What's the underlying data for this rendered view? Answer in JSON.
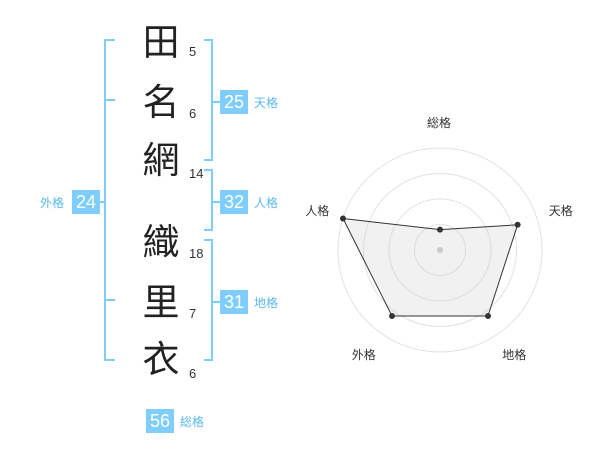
{
  "name": {
    "chars": [
      {
        "char": "田",
        "strokes": "5"
      },
      {
        "char": "名",
        "strokes": "6"
      },
      {
        "char": "網",
        "strokes": "14"
      },
      {
        "char": "織",
        "strokes": "18"
      },
      {
        "char": "里",
        "strokes": "7"
      },
      {
        "char": "衣",
        "strokes": "6"
      }
    ]
  },
  "kakusu": {
    "tenkaku": {
      "value": "25",
      "label": "天格"
    },
    "jinkaku": {
      "value": "32",
      "label": "人格"
    },
    "chikaku": {
      "value": "31",
      "label": "地格"
    },
    "gaikaku": {
      "value": "24",
      "label": "外格"
    },
    "soukaku": {
      "value": "56",
      "label": "総格"
    }
  },
  "colors": {
    "accent": "#7fcdfa",
    "bracket": "#7fcdfa",
    "label": "#5bb8ea"
  },
  "chart_data": {
    "type": "radar",
    "axes": [
      "総格",
      "天格",
      "地格",
      "外格",
      "人格"
    ],
    "values": [
      1,
      4,
      4,
      4,
      5
    ],
    "rmax": 5,
    "rings": 4,
    "grid": true
  }
}
